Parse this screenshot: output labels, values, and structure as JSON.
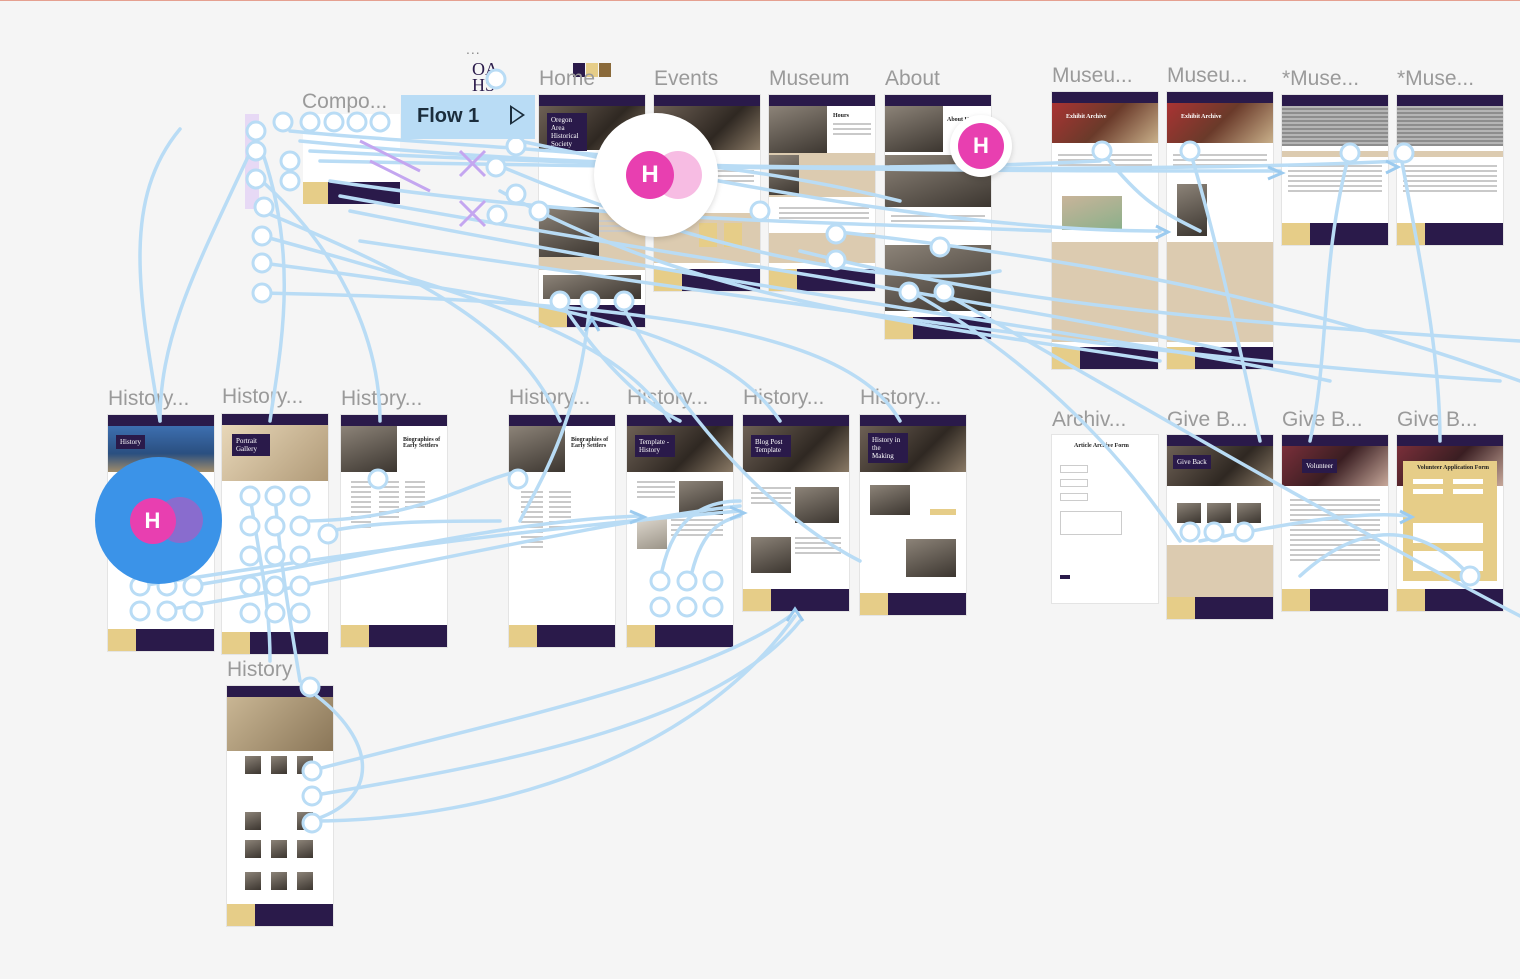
{
  "canvas": {
    "flow": {
      "label": "Flow 1"
    },
    "ellipsis": "...",
    "logo_text": [
      "OA",
      "HS"
    ],
    "avatars": [
      {
        "initial": "H",
        "color": "#e83fb0",
        "ring": "#ffffff"
      },
      {
        "initial": "H",
        "color": "#e83fb0",
        "ring": "#ffffff"
      },
      {
        "initial": "H",
        "color": "#e83fb0",
        "ring": "#3b93e8"
      }
    ],
    "frames": [
      {
        "key": "components",
        "label": "Compo..."
      },
      {
        "key": "home",
        "label": "Home"
      },
      {
        "key": "events",
        "label": "Events"
      },
      {
        "key": "museum",
        "label": "Museum"
      },
      {
        "key": "about",
        "label": "About"
      },
      {
        "key": "museum-2",
        "label": "Museu..."
      },
      {
        "key": "museum-3",
        "label": "Museu..."
      },
      {
        "key": "museum-4",
        "label": "*Muse..."
      },
      {
        "key": "museum-5",
        "label": "*Muse..."
      },
      {
        "key": "history-1",
        "label": "History..."
      },
      {
        "key": "history-2",
        "label": "History..."
      },
      {
        "key": "history-3",
        "label": "History..."
      },
      {
        "key": "history-4",
        "label": "History..."
      },
      {
        "key": "history-5",
        "label": "History..."
      },
      {
        "key": "history-6",
        "label": "History..."
      },
      {
        "key": "history-7",
        "label": "History..."
      },
      {
        "key": "history-8",
        "label": "History"
      },
      {
        "key": "archive",
        "label": "Archiv..."
      },
      {
        "key": "give-1",
        "label": "Give B..."
      },
      {
        "key": "give-2",
        "label": "Give B..."
      },
      {
        "key": "give-3",
        "label": "Give B..."
      }
    ],
    "board_titles": {
      "history-1": "History",
      "history-2": "Portrait Gallery",
      "history-3": "Biographies of Early Settlers",
      "history-4": "Biographies of Early Settlers",
      "history-5": "Template - History",
      "history-6": "Blog Post Template",
      "history-7": "History in the Making",
      "archive": "Article Archive Form",
      "give-1": "Give Back",
      "give-2": "Volunteer",
      "give-3": "Volunteer Application Form",
      "home": "Oregon Area Historical Society",
      "about": "About Us",
      "museum": "Hours",
      "museum-2": "Exhibit Archive",
      "museum-3": "Exhibit Archive"
    },
    "colors": {
      "purple": "#2a1a4a",
      "gold": "#e6cd88",
      "tan": "#dccbb0",
      "wire": "#b9dcf5",
      "wire_dark": "#9ccbef",
      "violet": "#c4a6f0",
      "canvas": "#f5f5f5"
    }
  }
}
